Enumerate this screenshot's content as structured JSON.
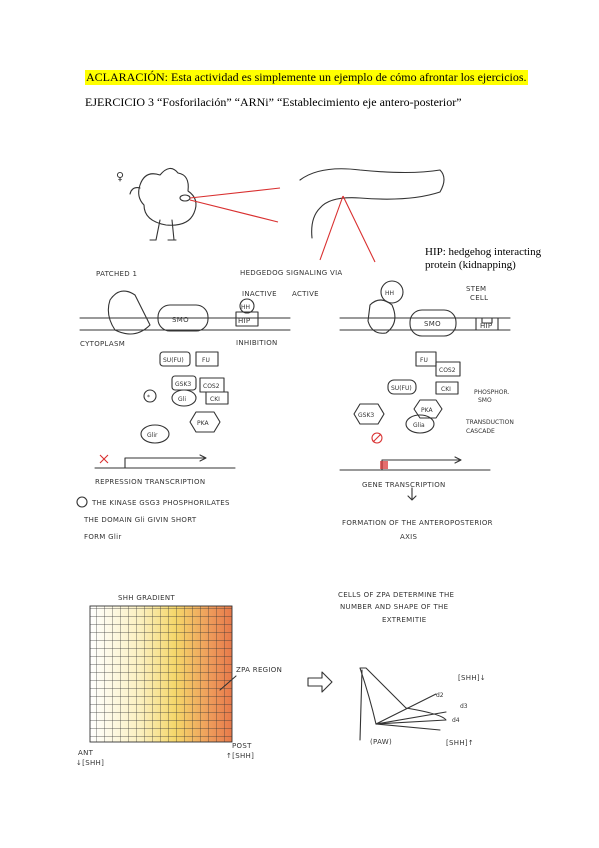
{
  "header": {
    "note": "ACLARACIÓN: Esta actividad es simplemente un ejemplo de cómo afrontar los ejercicios.",
    "title": "EJERCICIO 3 “Fosforilación” “ARNi” “Establecimiento eje antero-posterior”"
  },
  "hip_note": {
    "line1": "HIP: hedgehog interacting",
    "line2": "protein (kidnapping)"
  },
  "sketch": {
    "female_symbol": "♀",
    "patched": "PATCHED 1",
    "signaling": "HEDGEDOG SIGNALING VIA",
    "inactive": "INACTIVE",
    "active": "ACTIVE",
    "stem_cell_1": "STEM",
    "stem_cell_2": "CELL",
    "cytoplasm": "CYTOPLASM",
    "inhibition": "INHIBITION",
    "smo": "SMO",
    "hip": "HIP",
    "hh": "HH",
    "sufu": "SU(FU)",
    "fu": "FU",
    "gsk3": "GSK3",
    "cos2": "COS2",
    "gli": "Gli",
    "cki": "CKI",
    "pka": "PKA",
    "glir": "Glir",
    "glia": "Glia",
    "star": "*",
    "phosphor_1": "PHOSPHOR.",
    "phosphor_2": "SMO",
    "transduction_1": "TRANSDUCTION",
    "transduction_2": "CASCADE",
    "repression": "REPRESSION TRANSCRIPTION",
    "gene_transcription": "GENE TRANSCRIPTION",
    "kinase_1": "THE KINASE GSG3 PHOSPHORILATES",
    "kinase_2": "THE DOMAIN Gli GIVIN SHORT",
    "kinase_3": "FORM Glir",
    "formation_1": "FORMATION OF THE ANTEROPOSTERIOR",
    "formation_2": "AXIS",
    "shh_gradient": "SHH GRADIENT",
    "zpa_region": "ZPA REGION",
    "ant": "ANT",
    "ant_shh": "↓[SHH]",
    "post": "POST",
    "post_shh": "↑[SHH]",
    "zpa_cells_1": "CELLS OF ZPA DETERMINE THE",
    "zpa_cells_2": "NUMBER AND SHAPE OF THE",
    "zpa_cells_3": "EXTREMITIE",
    "paw": "(PAW)",
    "d2": "d2",
    "d3": "d3",
    "d4": "d4",
    "shh_down": "[SHH]↓",
    "shh_up": "[SHH]↑"
  },
  "colors": {
    "highlight": "#ffff00",
    "red_ink": "#d93030",
    "ink": "#333333",
    "grid_warm": "#e87a4a",
    "grid_yellow": "#f5d76a"
  }
}
